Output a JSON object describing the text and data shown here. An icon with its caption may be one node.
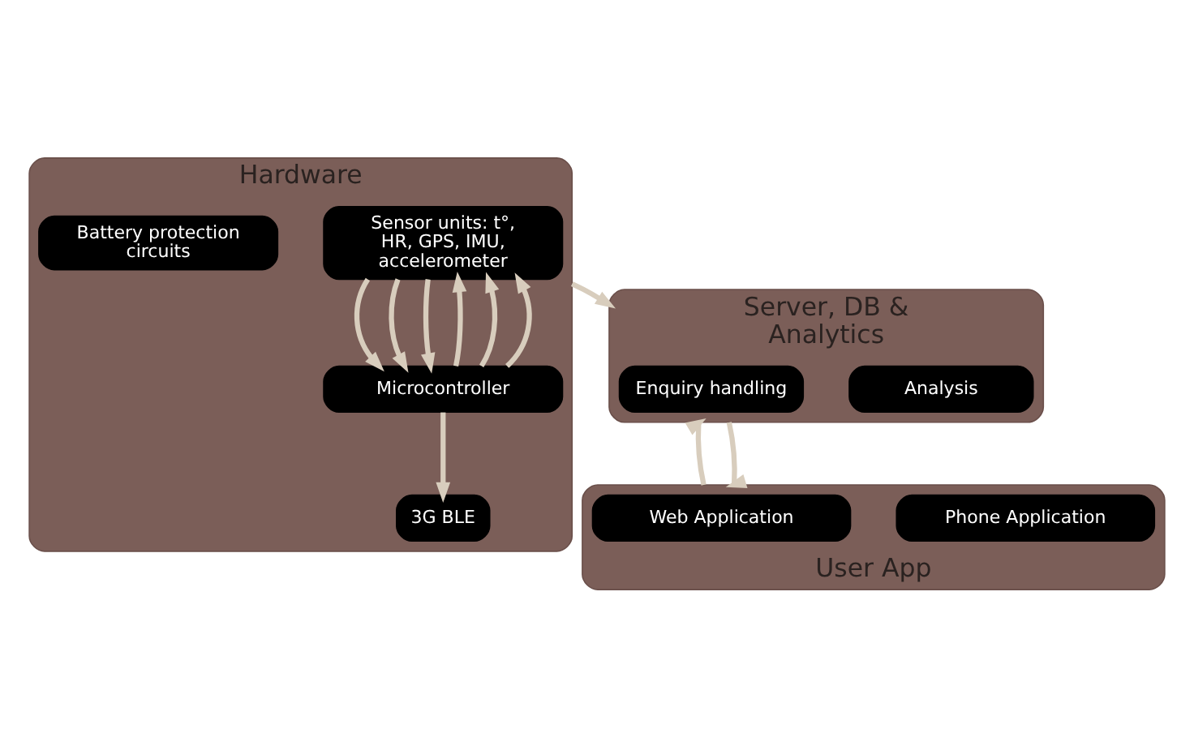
{
  "diagram": {
    "nodes": [
      {
        "text": [
          "Hardware"
        ]
      },
      {
        "text": [
          "Sensor units: t°, HR, GPS, IMU, accelerometer"
        ],
        "in": 0
      },
      {
        "text": [
          "3G BLE"
        ],
        "in": 0
      },
      {
        "text": [
          "Microcontroller"
        ],
        "in": 0
      },
      {
        "text": [
          "Battery protection circuits"
        ],
        "in": 0
      },
      {
        "text": [
          "Server, DB & Analytics"
        ]
      },
      {
        "text": [
          "Analysis"
        ],
        "in": 5
      },
      {
        "text": [
          "Enquiry handling"
        ],
        "in": 5
      },
      {
        "text": [
          "User App"
        ]
      },
      {
        "text": [
          "Phone Application"
        ],
        "in": 8
      },
      {
        "text": [
          "Web Application"
        ],
        "in": 8
      }
    ],
    "edges": [
      {
        "from": 1,
        "to": 3,
        "arrow": "to"
      },
      {
        "from": 1,
        "to": 3,
        "arrow": "to"
      },
      {
        "from": 1,
        "to": 3,
        "arrow": "to"
      },
      {
        "from": 3,
        "to": 1,
        "arrow": "to"
      },
      {
        "from": 3,
        "to": 1,
        "arrow": "to"
      },
      {
        "from": 3,
        "to": 1,
        "arrow": "to"
      },
      {
        "from": 3,
        "to": 2,
        "arrow": "to"
      },
      {
        "from": 0,
        "to": 5,
        "arrow": "to"
      },
      {
        "from": 8,
        "to": 5,
        "arrow": "to"
      },
      {
        "from": 5,
        "to": 8,
        "arrow": "to"
      }
    ]
  }
}
